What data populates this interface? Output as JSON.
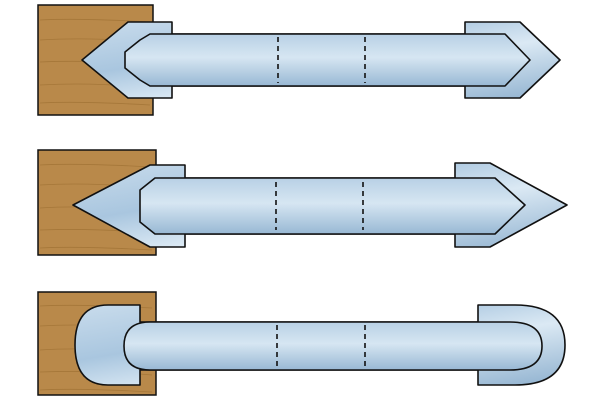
{
  "colors": {
    "background": "#ffffff",
    "wood_fill": "#b9894a",
    "wood_grain": "#9d6f32",
    "cutter_fill": "#a9c6df",
    "cutter_light": "#dbe9f4",
    "cutter_dark": "#7fa4c4",
    "outline": "#111111"
  },
  "diagram": {
    "panels": [
      {
        "name": "pointed-cutter-blunt",
        "shape": "pointed"
      },
      {
        "name": "pointed-cutter-sharp",
        "shape": "sharp"
      },
      {
        "name": "rounded-cutter",
        "shape": "rounded"
      }
    ],
    "center_marks": "dashed"
  }
}
